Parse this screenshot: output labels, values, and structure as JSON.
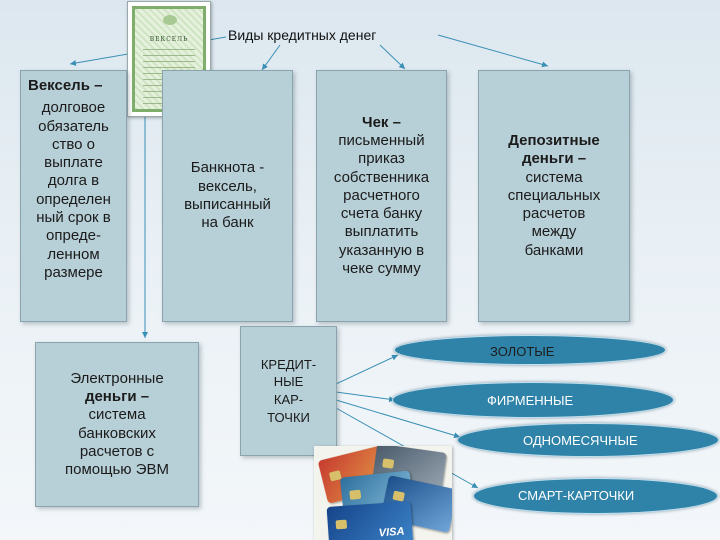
{
  "title": "Виды кредитных денег",
  "document_image": {
    "caption": "ВЕКСЕЛЬ"
  },
  "boxes": {
    "veksel": {
      "title": "Вексель –",
      "lines": [
        "долговое",
        "обязатель",
        "ство о",
        "выплате",
        "долга в",
        "определен",
        "ный срок в",
        "опреде-",
        "ленном",
        "размере"
      ]
    },
    "banknota": {
      "lines": [
        "Банкнота -",
        "вексель,",
        "выписанный",
        "на банк"
      ]
    },
    "chek": {
      "title": "Чек –",
      "lines": [
        "письменный",
        "приказ",
        "собственника",
        "расчетного",
        "счета банку",
        "выплатить",
        "указанную в",
        "чеке сумму"
      ]
    },
    "depozit": {
      "lines": [
        "Депозитные",
        "деньги –",
        "система",
        "специальных",
        "расчетов",
        "между",
        "банками"
      ]
    },
    "electron": {
      "lines": [
        "Электронные",
        "деньги –",
        "система",
        "банковских",
        "расчетов с",
        "помощью ЭВМ"
      ]
    },
    "credit_cards": {
      "lines": [
        "КРЕДИТ-",
        "НЫЕ",
        "КАР-",
        "ТОЧКИ"
      ]
    }
  },
  "card_types": [
    "ЗОЛОТЫЕ",
    "ФИРМЕННЫЕ",
    "ОДНОМЕСЯЧНЫЕ",
    "СМАРТ-КАРТОЧКИ"
  ],
  "cards_image": {
    "brand": "VISA"
  },
  "colors": {
    "box_fill": "#b7cfd7",
    "pill_fill": "#2f83a8",
    "arrow": "#3a8fb5"
  }
}
